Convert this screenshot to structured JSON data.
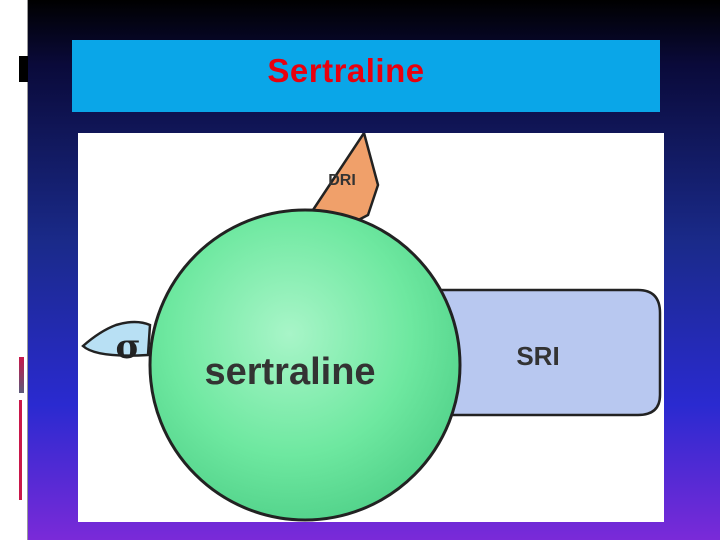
{
  "slide": {
    "title": "Sertraline"
  },
  "diagram": {
    "center_label": "sertraline",
    "components": [
      {
        "label": "DRI",
        "color": "#f0a06a"
      },
      {
        "label": "SRI",
        "color": "#b8c8f0"
      },
      {
        "label": "σ",
        "color": "#b8e0f4"
      }
    ],
    "center_color": "#6ee8a0"
  }
}
